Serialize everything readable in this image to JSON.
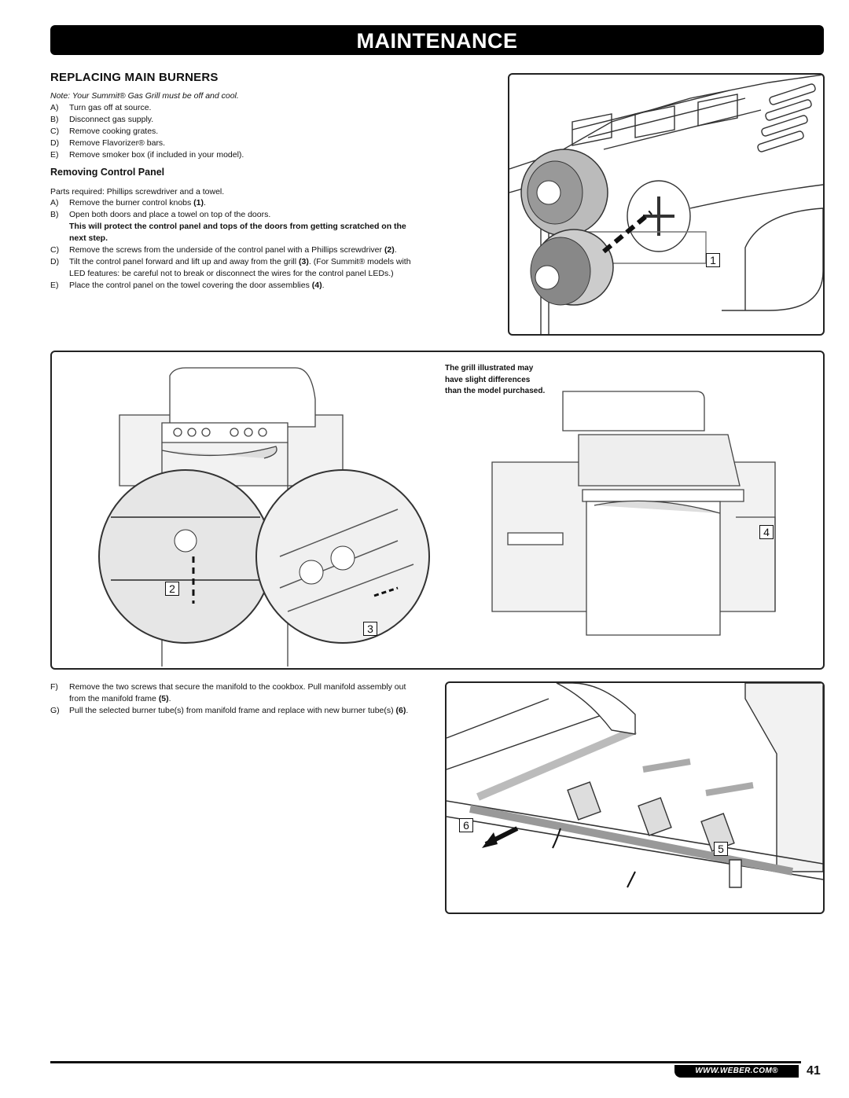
{
  "header": {
    "title": "MAINTENANCE"
  },
  "section": {
    "title": "REPLACING MAIN BURNERS",
    "note": "Note: Your Summit® Gas Grill must be off and cool.",
    "steps": [
      {
        "key": "A)",
        "text": "Turn gas off at source."
      },
      {
        "key": "B)",
        "text": "Disconnect gas supply."
      },
      {
        "key": "C)",
        "text": "Remove cooking grates."
      },
      {
        "key": "D)",
        "text": "Remove Flavorizer® bars."
      },
      {
        "key": "E)",
        "text": "Remove smoker box (if included in your model)."
      }
    ]
  },
  "control_panel": {
    "title": "Removing Control Panel",
    "parts_required": "Parts required: Phillips screwdriver and a towel.",
    "steps": [
      {
        "key": "A)",
        "text": "Remove the burner control knobs",
        "ref": "(1)",
        "tail": "."
      },
      {
        "key": "B)",
        "text": "Open both doors and place a towel on top of the doors."
      },
      {
        "key": "",
        "bold": "This will protect the control panel and tops of the doors from getting scratched on the next step."
      },
      {
        "key": "C)",
        "text": "Remove the screws from the underside of the control panel with a Phillips screwdriver",
        "ref": "(2)",
        "tail": "."
      },
      {
        "key": "D)",
        "text": "Tilt the control panel forward and lift up and away from the grill",
        "ref": "(3)",
        "tail": ". (For Summit® models with LED features: be careful not to break or disconnect the wires for the control panel LEDs.)"
      },
      {
        "key": "E)",
        "text": "Place the control panel on the towel covering the door assemblies",
        "ref": "(4)",
        "tail": "."
      }
    ]
  },
  "manifold": {
    "steps": [
      {
        "key": "F)",
        "text": "Remove the two screws that secure the manifold to the cookbox. Pull manifold assembly out from the manifold frame",
        "ref": "(5)",
        "tail": "."
      },
      {
        "key": "G)",
        "text": "Pull the selected burner tube(s) from manifold frame and replace with new burner tube(s)",
        "ref": "(6)",
        "tail": "."
      }
    ]
  },
  "figures": {
    "fig1": {
      "callouts": [
        "1"
      ]
    },
    "fig2": {
      "callouts": [
        "2",
        "3",
        "4"
      ],
      "disclaimer": "The grill illustrated may have slight differences than the model purchased."
    },
    "fig3": {
      "callouts": [
        "6",
        "5"
      ]
    }
  },
  "footer": {
    "url": "WWW.WEBER.COM®",
    "page_number": "41"
  }
}
